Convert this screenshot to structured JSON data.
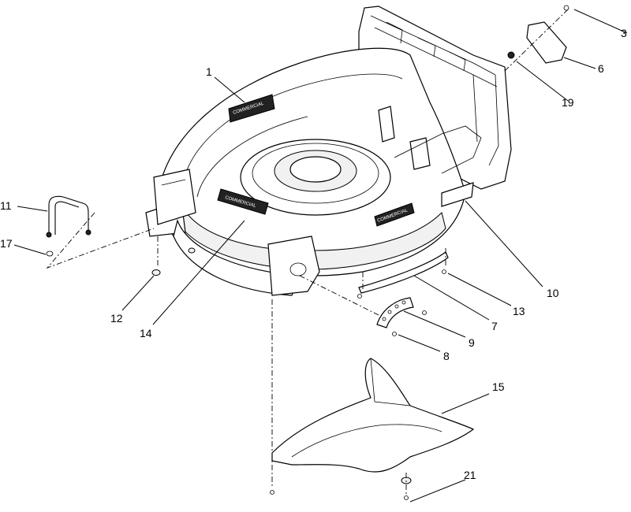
{
  "callouts": [
    "1",
    "3",
    "6",
    "19",
    "11",
    "17",
    "12",
    "14",
    "10",
    "13",
    "7",
    "9",
    "8",
    "15",
    "21"
  ],
  "decals": {
    "top": "COMMERCIAL",
    "front": "COMMERCIAL",
    "side": "COMMERCIAL"
  }
}
